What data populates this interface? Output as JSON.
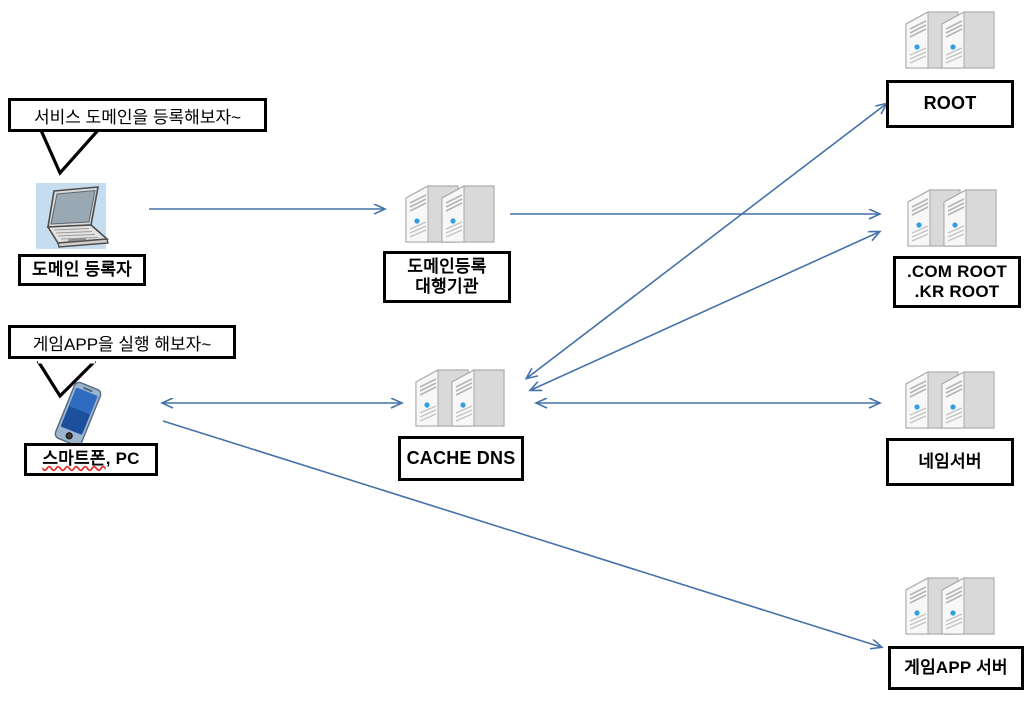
{
  "diagram": {
    "title": "DNS resolution flow diagram",
    "colors": {
      "arrow": "#4472a8",
      "box_border": "#000000",
      "laptop_backdrop": "#c6ddf0",
      "server_body": "#e8e8e8",
      "server_led": "#2f9fe0",
      "phone_screen": "#1c4f9c",
      "spellcheck_underline": "#e03030"
    },
    "callouts": [
      {
        "id": "callout-domain-registrant",
        "text": "서비스 도메인을 등록해보자~",
        "icon": "speech-callout"
      },
      {
        "id": "callout-game-app",
        "text": "게임APP을 실행 해보자~",
        "icon": "speech-callout"
      }
    ],
    "nodes": [
      {
        "id": "domain-registrant",
        "label": "도메인 등록자",
        "icon": "laptop-icon",
        "label_font_size": 17
      },
      {
        "id": "smartphone-pc",
        "label_parts": [
          "스마트폰",
          ", PC"
        ],
        "label": "스마트폰, PC",
        "icon": "smartphone-icon",
        "label_font_size": 17,
        "spellchecked_part": "스마트폰"
      },
      {
        "id": "domain-registrar",
        "label": "도메인등록\n대행기관",
        "icon": "server-icon",
        "label_font_size": 17
      },
      {
        "id": "cache-dns",
        "label": "CACHE DNS",
        "icon": "server-icon",
        "label_font_size": 18
      },
      {
        "id": "root",
        "label": "ROOT",
        "icon": "server-icon",
        "label_font_size": 18
      },
      {
        "id": "com-kr-root",
        "label": ".COM ROOT\n.KR ROOT",
        "icon": "server-icon",
        "label_font_size": 17
      },
      {
        "id": "name-server",
        "label": "네임서버",
        "icon": "server-icon",
        "label_font_size": 17
      },
      {
        "id": "game-app-server",
        "label": "게임APP 서버",
        "icon": "server-icon",
        "label_font_size": 17
      }
    ],
    "edges": [
      {
        "id": "edge-registrant-to-registrar",
        "from": "domain-registrant",
        "to": "domain-registrar",
        "direction": "single"
      },
      {
        "id": "edge-registrar-to-comkrroot",
        "from": "domain-registrar",
        "to": "com-kr-root",
        "direction": "single"
      },
      {
        "id": "edge-cachedns-to-root",
        "from": "cache-dns",
        "to": "root",
        "direction": "double"
      },
      {
        "id": "edge-cachedns-to-comkrroot",
        "from": "cache-dns",
        "to": "com-kr-root",
        "direction": "double"
      },
      {
        "id": "edge-cachedns-to-nameserver",
        "from": "cache-dns",
        "to": "name-server",
        "direction": "double"
      },
      {
        "id": "edge-smartphone-to-cachedns",
        "from": "smartphone-pc",
        "to": "cache-dns",
        "direction": "double"
      },
      {
        "id": "edge-smartphone-to-gameappserver",
        "from": "smartphone-pc",
        "to": "game-app-server",
        "direction": "single"
      }
    ]
  }
}
